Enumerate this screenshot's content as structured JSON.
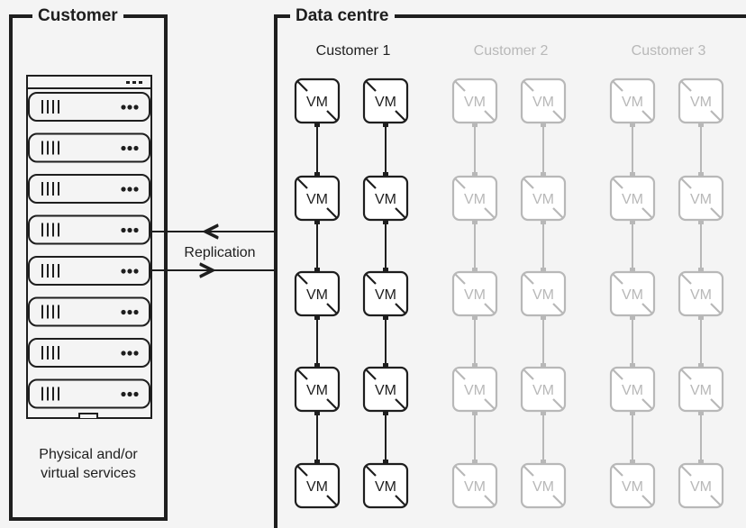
{
  "customer_panel": {
    "title": "Customer",
    "caption_line1": "Physical and/or",
    "caption_line2": "virtual services",
    "rack_unit_count": 8
  },
  "link": {
    "label": "Replication"
  },
  "datacentre_panel": {
    "title": "Data centre",
    "columns": [
      {
        "label": "Customer 1",
        "active": true
      },
      {
        "label": "Customer 2",
        "active": false
      },
      {
        "label": "Customer 3",
        "active": false
      }
    ],
    "vm_label": "VM",
    "vm_rows": 5
  },
  "colors": {
    "active": "#1e1e1e",
    "inactive": "#b8b8b8",
    "background": "#f4f4f4",
    "box_fill": "#ffffff"
  }
}
